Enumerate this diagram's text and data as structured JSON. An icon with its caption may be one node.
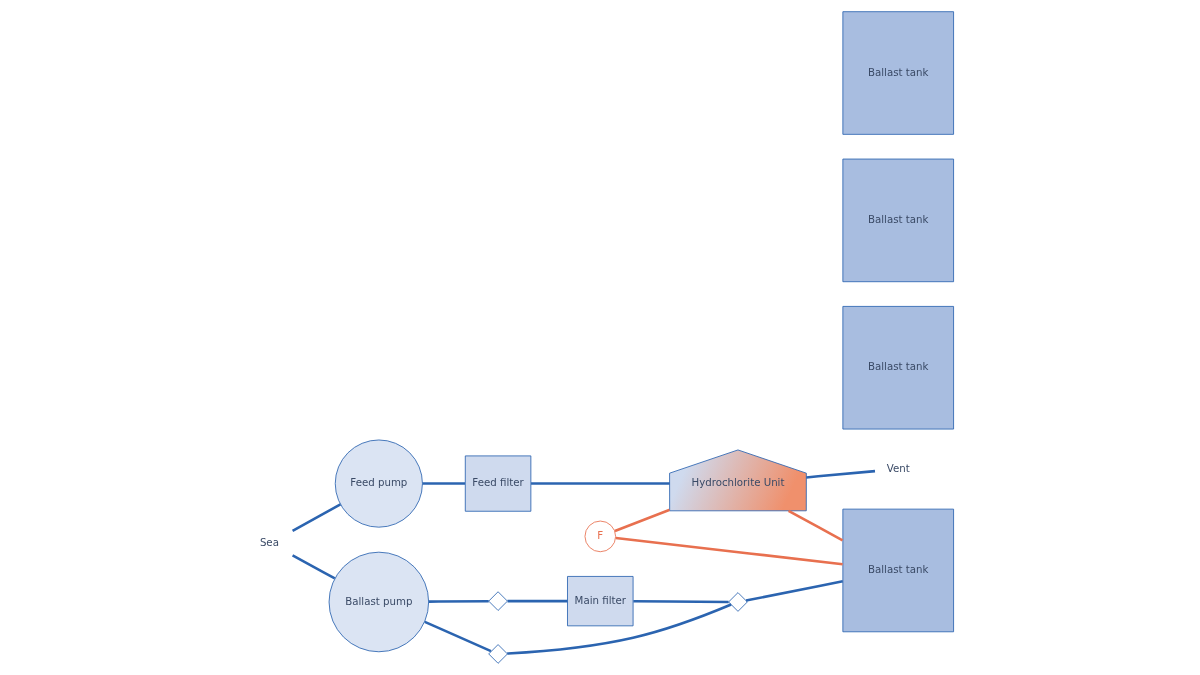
{
  "diagram": {
    "nodes": [
      {
        "text": [
          "Sea"
        ]
      },
      {
        "text": [
          "Feed pump"
        ]
      },
      {
        "text": [
          "Feed filter"
        ]
      },
      {
        "text": [
          "Hydrochlorite Unit"
        ]
      },
      {
        "text": [
          "Vent"
        ]
      },
      {
        "text": [
          "F"
        ]
      },
      {
        "text": [
          "Main filter"
        ]
      },
      {
        "text": [
          "Ballast pump"
        ]
      },
      {
        "text": [],
        "shape": "valve"
      },
      {
        "text": [],
        "shape": "valve"
      },
      {
        "text": [],
        "shape": "valve"
      },
      {
        "text": [
          "Ballast tank"
        ]
      },
      {
        "text": [
          "Ballast tank"
        ]
      },
      {
        "text": [
          "Ballast tank"
        ]
      },
      {
        "text": [
          "Ballast tank"
        ]
      }
    ],
    "edges": [
      {
        "from": 0,
        "to": 1,
        "arrow": "none"
      },
      {
        "from": 1,
        "to": 2,
        "arrow": "none"
      },
      {
        "from": 2,
        "to": 3,
        "arrow": "none"
      },
      {
        "from": 3,
        "to": 4,
        "arrow": "none"
      },
      {
        "from": 0,
        "to": 7,
        "arrow": "none"
      },
      {
        "from": 7,
        "to": 8,
        "arrow": "none"
      },
      {
        "from": 8,
        "to": 6,
        "arrow": "none"
      },
      {
        "from": 6,
        "to": 10,
        "arrow": "none"
      },
      {
        "from": 7,
        "to": 9,
        "arrow": "none"
      },
      {
        "from": 9,
        "to": 10,
        "arrow": "none"
      },
      {
        "from": 10,
        "to": 11,
        "arrow": "none"
      },
      {
        "from": 3,
        "to": 11,
        "arrow": "none",
        "color": "#e8704f"
      },
      {
        "from": 5,
        "to": 3,
        "arrow": "none",
        "color": "#e8704f"
      },
      {
        "from": 5,
        "to": 11,
        "arrow": "none",
        "color": "#e8704f"
      }
    ]
  }
}
